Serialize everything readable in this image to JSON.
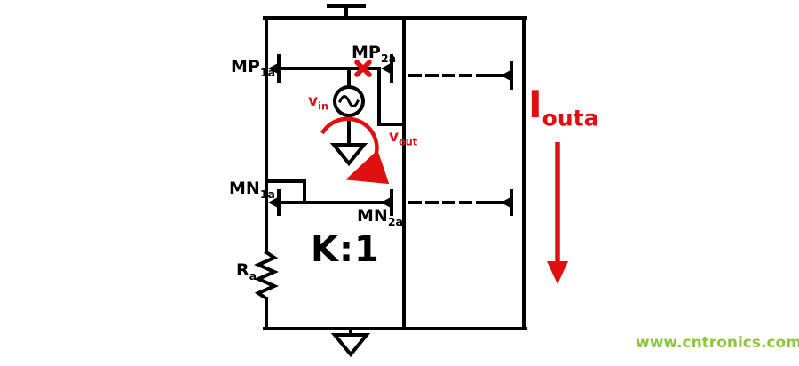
{
  "colors": {
    "ink_black": "#000000",
    "accent_red": "#e01010",
    "watermark_green": "#8dc63f",
    "background": "#ffffff"
  },
  "labels": {
    "mp1a": {
      "main": "MP",
      "sub": "1a"
    },
    "mp2a": {
      "main": "MP",
      "sub": "2a"
    },
    "mn1a": {
      "main": "MN",
      "sub": "1a"
    },
    "mn2a": {
      "main": "MN",
      "sub": "2a"
    },
    "ra": {
      "main": "R",
      "sub": "a"
    },
    "vin": {
      "main": "v",
      "sub": "in"
    },
    "vout": {
      "main": "v",
      "sub": "out"
    },
    "iouta": {
      "main": "I",
      "sub": "outa"
    },
    "ratio": "K:1"
  },
  "watermark": "www.cntronics.com"
}
